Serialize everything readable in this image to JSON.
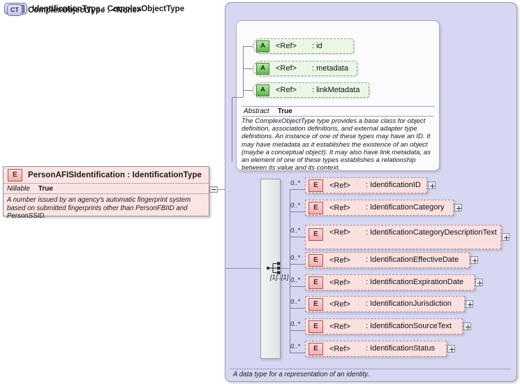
{
  "root_element": {
    "icon": "element-icon",
    "icon_label": "E",
    "title": "PersonAFISIdentification : IdentificationType",
    "facet_key": "Nillable",
    "facet_value": "True",
    "documentation": "A number issued by an agency's automatic fingerprint system based on submitted fingerprints other than PersonFBIID and PersonSSID.",
    "collapse_toggle": "minus-toggle"
  },
  "type_panel": {
    "icon": "complex-type-expandable-icon",
    "icon_label": "CT",
    "title": "IdentificationType : ComplexObjectType",
    "documentation": "A data type for a representation of an identity."
  },
  "base_type": {
    "icon": "complex-type-icon",
    "icon_label": "CT",
    "title": "ComplexObjectType : <None>",
    "facet_key": "Abstract",
    "facet_value": "True",
    "documentation": "The ComplexObjectType type provides a base class for object definition, association definitions, and external adapter type definitions. An instance of one of these types may have an ID. It may have metadata as it establishes the existence of an object (maybe a conceptual object). It may also have link metadata, as an element of one of these types establishes a relationship between its value and its context.",
    "attributes": [
      {
        "icon_label": "A",
        "ref": "<Ref>",
        "name": ": id"
      },
      {
        "icon_label": "A",
        "ref": "<Ref>",
        "name": ": metadata"
      },
      {
        "icon_label": "A",
        "ref": "<Ref>",
        "name": ": linkMetadata"
      }
    ]
  },
  "compositor": {
    "kind": "sequence",
    "icon": "sequence-icon",
    "cardinality": "[1]..[1]"
  },
  "elements": [
    {
      "cardinality": "0..*",
      "icon_label": "E",
      "ref": "<Ref>",
      "name": ": IdentificationID",
      "expand": "+"
    },
    {
      "cardinality": "0..*",
      "icon_label": "E",
      "ref": "<Ref>",
      "name": ": IdentificationCategory",
      "expand": "+"
    },
    {
      "cardinality": "0..*",
      "icon_label": "E",
      "ref": "<Ref>",
      "name": ": IdentificationCategoryDescriptionText",
      "expand": "+"
    },
    {
      "cardinality": "0..*",
      "icon_label": "E",
      "ref": "<Ref>",
      "name": ": IdentificationEffectiveDate",
      "expand": "+"
    },
    {
      "cardinality": "0..*",
      "icon_label": "E",
      "ref": "<Ref>",
      "name": ": IdentificationExpirationDate",
      "expand": "+"
    },
    {
      "cardinality": "0..*",
      "icon_label": "E",
      "ref": "<Ref>",
      "name": ": IdentificationJurisdiction",
      "expand": "+"
    },
    {
      "cardinality": "0..*",
      "icon_label": "E",
      "ref": "<Ref>",
      "name": ": IdentificationSourceText",
      "expand": "+"
    },
    {
      "cardinality": "0..*",
      "icon_label": "E",
      "ref": "<Ref>",
      "name": ": IdentificationStatus",
      "expand": "+"
    }
  ],
  "colors": {
    "panel_bg": "#d7d7f2",
    "element_bg": "#fbe0e0",
    "attribute_bg": "#eaf7e6",
    "wire": "#7f7f9c"
  }
}
